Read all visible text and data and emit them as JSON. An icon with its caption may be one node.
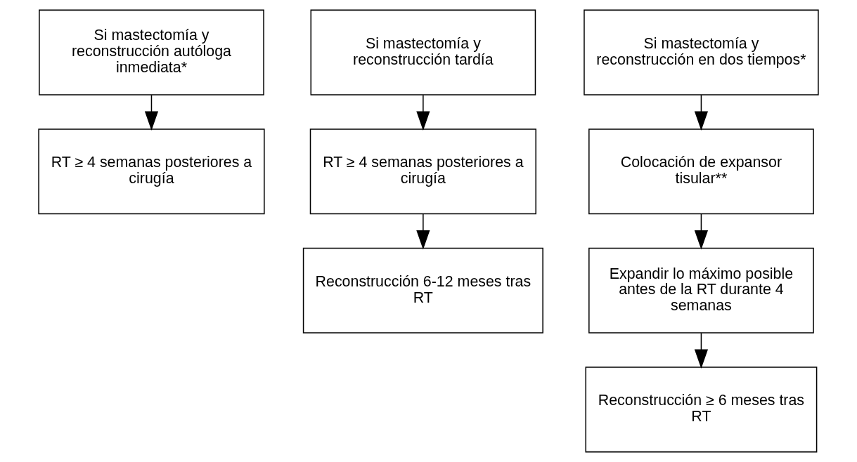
{
  "diagram": {
    "nodes": [
      {
        "text": [
          "Si mastectomía y reconstrucción autóloga inmediata*"
        ]
      },
      {
        "text": [
          "RT ≥ 4 semanas posteriores a cirugía"
        ]
      },
      {
        "text": [
          "Si mastectomía y reconstrucción tardía"
        ]
      },
      {
        "text": [
          "RT ≥ 4 semanas posteriores a cirugía"
        ]
      },
      {
        "text": [
          "Reconstrucción 6-12 meses tras RT"
        ]
      },
      {
        "text": [
          "Si mastectomía y reconstrucción en dos tiempos*"
        ]
      },
      {
        "text": [
          "Colocación de expansor tisular**"
        ]
      },
      {
        "text": [
          "Expandir lo máximo posible antes de la RT durante 4 semanas"
        ]
      },
      {
        "text": [
          "Reconstrucción ≥ 6 meses tras RT"
        ]
      }
    ],
    "edges": [
      {
        "from": 0,
        "to": 1,
        "arrow": "to"
      },
      {
        "from": 2,
        "to": 3,
        "arrow": "to"
      },
      {
        "from": 3,
        "to": 4,
        "arrow": "to"
      },
      {
        "from": 5,
        "to": 6,
        "arrow": "to"
      },
      {
        "from": 6,
        "to": 7,
        "arrow": "to"
      },
      {
        "from": 7,
        "to": 8,
        "arrow": "to"
      }
    ]
  }
}
